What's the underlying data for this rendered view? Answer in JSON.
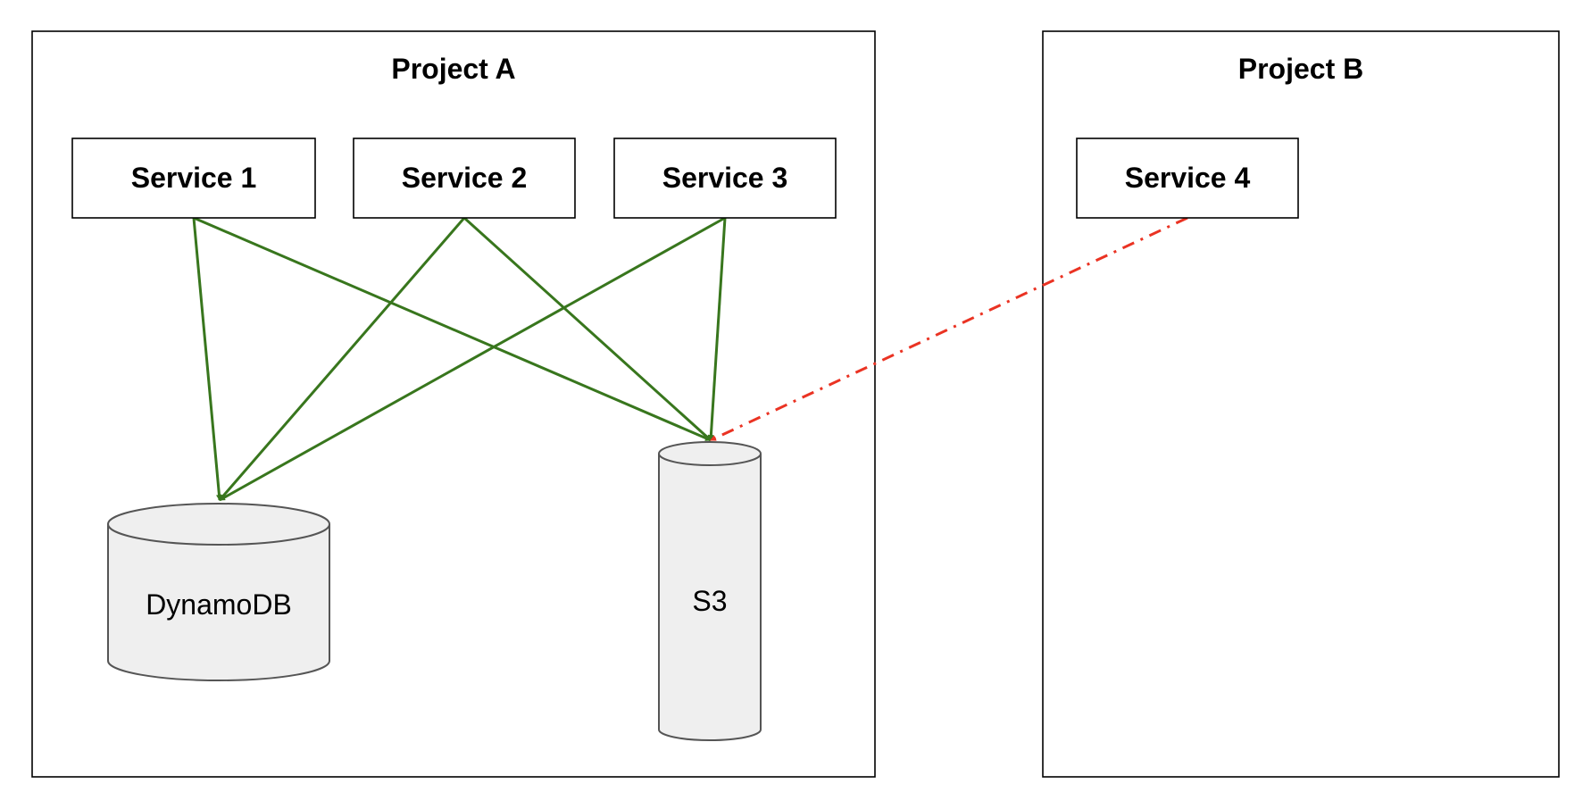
{
  "projects": [
    {
      "id": "project-a",
      "title": "Project A"
    },
    {
      "id": "project-b",
      "title": "Project B"
    }
  ],
  "services": [
    {
      "id": "s1",
      "label": "Service 1",
      "project": "project-a"
    },
    {
      "id": "s2",
      "label": "Service 2",
      "project": "project-a"
    },
    {
      "id": "s3",
      "label": "Service 3",
      "project": "project-a"
    },
    {
      "id": "s4",
      "label": "Service 4",
      "project": "project-b"
    }
  ],
  "stores": [
    {
      "id": "dynamodb",
      "label": "DynamoDB",
      "project": "project-a"
    },
    {
      "id": "s3",
      "label": "S3",
      "project": "project-a"
    }
  ],
  "edges": [
    {
      "from": "s1",
      "to": "dynamodb",
      "style": "allowed"
    },
    {
      "from": "s1",
      "to": "s3",
      "style": "allowed"
    },
    {
      "from": "s2",
      "to": "dynamodb",
      "style": "allowed"
    },
    {
      "from": "s2",
      "to": "s3",
      "style": "allowed"
    },
    {
      "from": "s3",
      "to": "dynamodb",
      "style": "allowed"
    },
    {
      "from": "s3",
      "to": "s3",
      "style": "allowed"
    },
    {
      "from": "s4",
      "to": "s3",
      "style": "cross-project"
    }
  ],
  "colors": {
    "allowed_edge": "#38761d",
    "cross_project_edge": "#ea3323",
    "store_fill": "#efefef"
  }
}
